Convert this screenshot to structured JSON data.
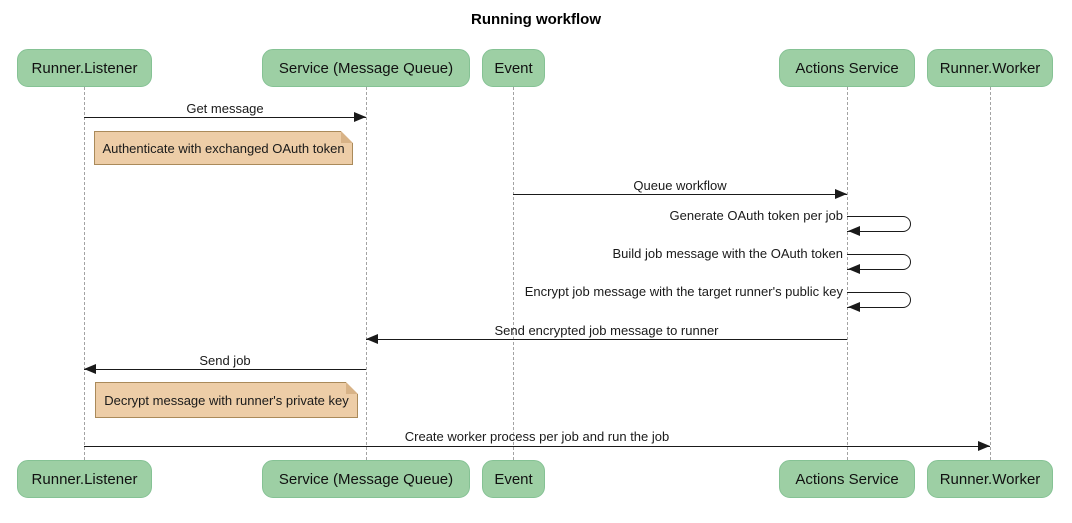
{
  "title": "Running workflow",
  "participants": [
    {
      "label": "Runner.Listener"
    },
    {
      "label": "Service (Message Queue)"
    },
    {
      "label": "Event"
    },
    {
      "label": "Actions Service"
    },
    {
      "label": "Runner.Worker"
    }
  ],
  "messages": [
    {
      "label": "Get message",
      "from": "Runner.Listener",
      "to": "Service (Message Queue)",
      "direction": "right"
    },
    {
      "label": "Queue workflow",
      "from": "Event",
      "to": "Actions Service",
      "direction": "right"
    },
    {
      "label": "Generate OAuth token per job",
      "from": "Actions Service",
      "to": "Actions Service",
      "direction": "self"
    },
    {
      "label": "Build job message with the OAuth token",
      "from": "Actions Service",
      "to": "Actions Service",
      "direction": "self"
    },
    {
      "label": "Encrypt job message with the target runner's public key",
      "from": "Actions Service",
      "to": "Actions Service",
      "direction": "self"
    },
    {
      "label": "Send encrypted job message to runner",
      "from": "Actions Service",
      "to": "Service (Message Queue)",
      "direction": "left"
    },
    {
      "label": "Send job",
      "from": "Service (Message Queue)",
      "to": "Runner.Listener",
      "direction": "left"
    },
    {
      "label": "Create worker process per job and run the job",
      "from": "Runner.Listener",
      "to": "Runner.Worker",
      "direction": "right"
    }
  ],
  "notes": [
    {
      "text": "Authenticate with exchanged OAuth token",
      "anchor": "Runner.Listener"
    },
    {
      "text": "Decrypt message with runner's private key",
      "anchor": "Runner.Listener"
    }
  ],
  "colors": {
    "participant_fill": "#9dcfa4",
    "participant_border": "#85c294",
    "note_fill": "#edcda7",
    "note_border": "#aa8a5a",
    "note_fold": "#d8b387",
    "lifeline": "#a3a3a3",
    "arrow": "#1a1a1a",
    "title_text": "#000000"
  }
}
